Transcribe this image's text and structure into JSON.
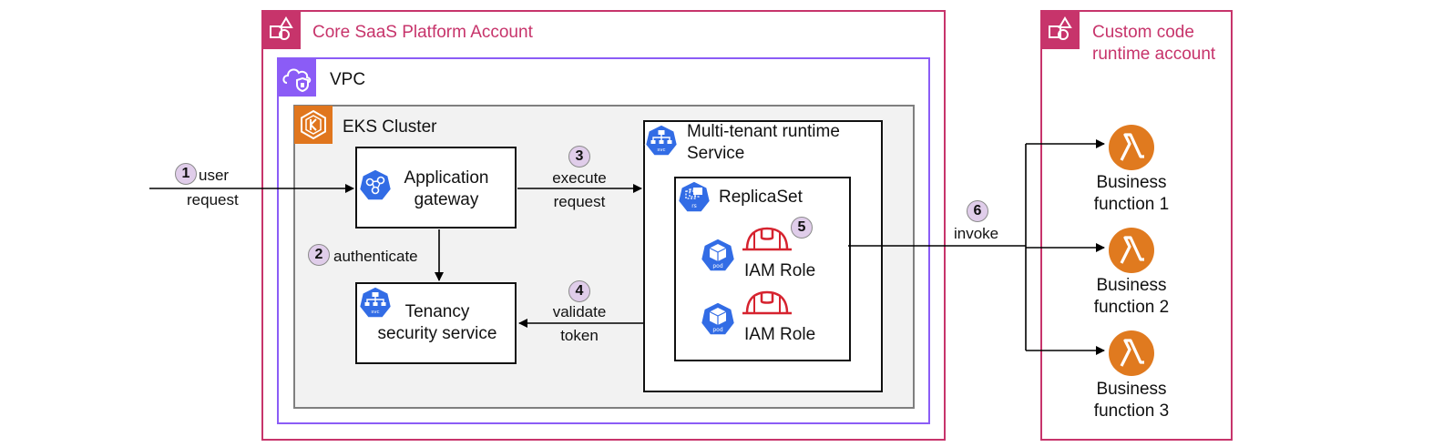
{
  "colors": {
    "account_border": "#c7346b",
    "vpc_border": "#8b5cf6",
    "eks_orange": "#e0761e",
    "k8s_blue": "#326ce5",
    "lambda_orange": "#e07a1f",
    "iam_red": "#d6232f",
    "step_badge": "#e0cdea"
  },
  "core_account": {
    "title": "Core SaaS Platform Account",
    "icon": "account-group-icon"
  },
  "vpc": {
    "title": "VPC",
    "icon": "vpc-cloud-icon"
  },
  "eks": {
    "title": "EKS Cluster",
    "icon": "eks-icon"
  },
  "app_gateway": {
    "line1": "Application",
    "line2": "gateway",
    "icon": "k8s-ingress-icon"
  },
  "tenancy": {
    "line1": "Tenancy",
    "line2": "security service",
    "icon": "k8s-svc-icon"
  },
  "runtime_service": {
    "line1": "Multi-tenant runtime",
    "line2": "Service",
    "icon": "k8s-svc-icon"
  },
  "replicaset": {
    "title": "ReplicaSet",
    "icon": "k8s-rs-icon"
  },
  "pods": [
    {
      "role_label": "IAM Role",
      "icon": "k8s-pod-icon"
    },
    {
      "role_label": "IAM Role",
      "icon": "k8s-pod-icon"
    }
  ],
  "custom_account": {
    "title_line1": "Custom code",
    "title_line2": "runtime account",
    "icon": "account-group-icon"
  },
  "functions": [
    {
      "line1": "Business",
      "line2": "function 1",
      "icon": "lambda-icon"
    },
    {
      "line1": "Business",
      "line2": "function 2",
      "icon": "lambda-icon"
    },
    {
      "line1": "Business",
      "line2": "function 3",
      "icon": "lambda-icon"
    }
  ],
  "steps": {
    "s1": {
      "num": "1",
      "line1": "user",
      "line2": "request"
    },
    "s2": {
      "num": "2",
      "label": "authenticate"
    },
    "s3": {
      "num": "3",
      "line1": "execute",
      "line2": "request"
    },
    "s4": {
      "num": "4",
      "line1": "validate",
      "line2": "token"
    },
    "s5": {
      "num": "5"
    },
    "s6": {
      "num": "6",
      "label": "invoke"
    }
  }
}
